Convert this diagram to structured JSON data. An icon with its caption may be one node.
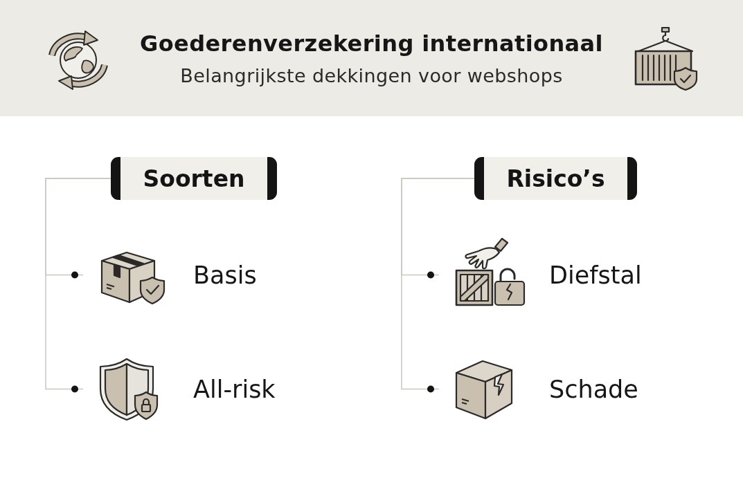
{
  "diagram": {
    "title": "Goederenverzekering internationaal",
    "nodes": [
      {
        "text": [
          "Soorten"
        ]
      },
      {
        "text": [
          "Basis"
        ]
      },
      {
        "text": [
          "All-risk"
        ]
      },
      {
        "text": [
          "Risico’s"
        ]
      },
      {
        "text": [
          "Diefstal"
        ]
      },
      {
        "text": [
          "Schade"
        ]
      }
    ],
    "edges": [
      {
        "from": 0,
        "to": 1,
        "arrow": "other"
      },
      {
        "from": 0,
        "to": 2,
        "arrow": "other"
      },
      {
        "from": 3,
        "to": 4,
        "arrow": "other"
      },
      {
        "from": 3,
        "to": 5,
        "arrow": "other"
      }
    ],
    "labels": [
      "Belangrijkste dekkingen voor webshops"
    ]
  }
}
